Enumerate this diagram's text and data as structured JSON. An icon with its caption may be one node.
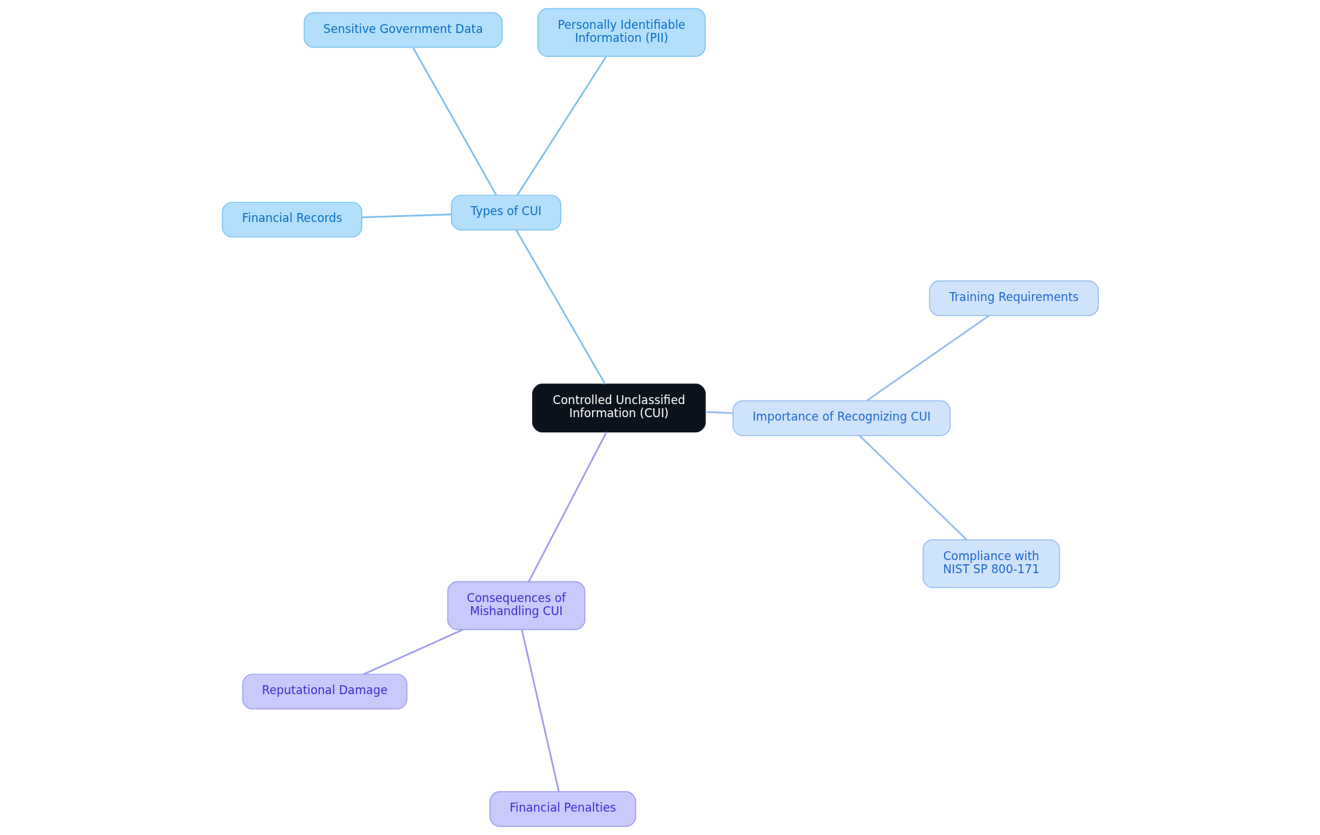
{
  "diagram": {
    "nodes": [
      {
        "text": [
          "Controlled Unclassified Information (CUI)"
        ]
      },
      {
        "text": [
          "Types of CUI"
        ]
      },
      {
        "text": [
          "Financial Records"
        ]
      },
      {
        "text": [
          "Sensitive Government Data"
        ]
      },
      {
        "text": [
          "Personally Identifiable Information (PII)"
        ]
      },
      {
        "text": [
          "Importance of Recognizing CUI"
        ]
      },
      {
        "text": [
          "Compliance with NIST SP 800-171"
        ]
      },
      {
        "text": [
          "Training Requirements"
        ]
      },
      {
        "text": [
          "Consequences of Mishandling CUI"
        ]
      },
      {
        "text": [
          "Reputational Damage"
        ]
      },
      {
        "text": [
          "Financial Penalties"
        ]
      }
    ],
    "edges": [
      {
        "from": 0,
        "to": 1,
        "arrow": "none"
      },
      {
        "from": 1,
        "to": 2,
        "arrow": "none"
      },
      {
        "from": 1,
        "to": 3,
        "arrow": "none"
      },
      {
        "from": 1,
        "to": 4,
        "arrow": "none"
      },
      {
        "from": 0,
        "to": 5,
        "arrow": "none",
        "color": "#94bdf0"
      },
      {
        "from": 5,
        "to": 6,
        "arrow": "none",
        "color": "#94bdf0"
      },
      {
        "from": 5,
        "to": 7,
        "arrow": "none",
        "color": "#94bdf0"
      },
      {
        "from": 0,
        "to": 8,
        "arrow": "none",
        "color": "#9c9cf0"
      },
      {
        "from": 8,
        "to": 9,
        "arrow": "none",
        "color": "#9c9cf0"
      },
      {
        "from": 8,
        "to": 10,
        "arrow": "none",
        "color": "#9c9cf0"
      }
    ]
  }
}
